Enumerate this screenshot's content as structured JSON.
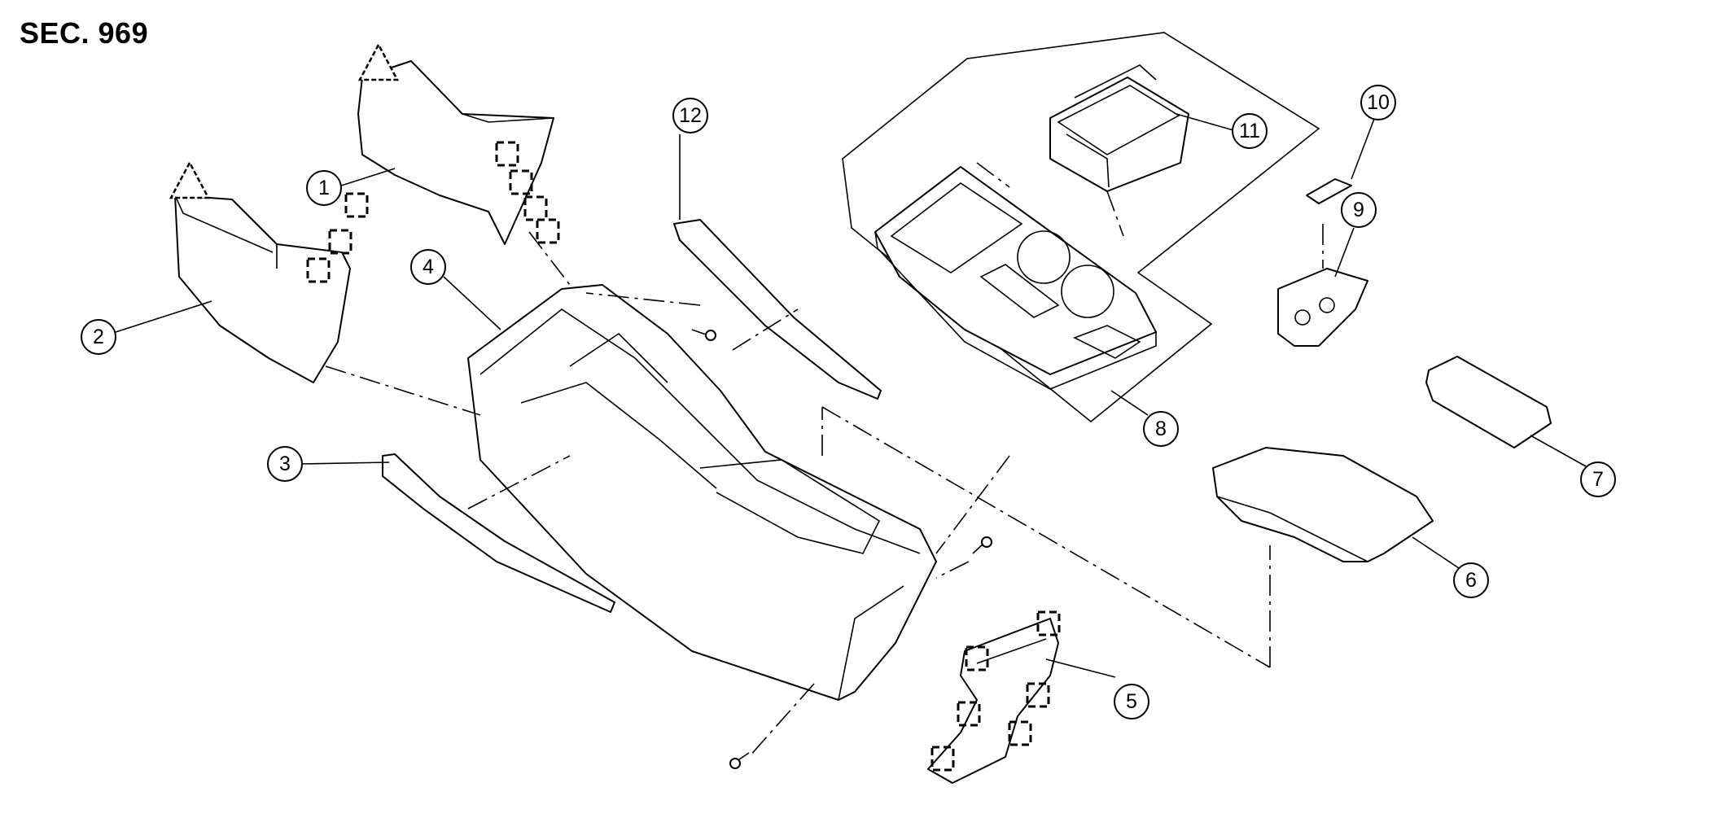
{
  "section": "SEC. 969",
  "callouts": [
    {
      "id": "c1",
      "label": "1"
    },
    {
      "id": "c2",
      "label": "2"
    },
    {
      "id": "c3",
      "label": "3"
    },
    {
      "id": "c4",
      "label": "4"
    },
    {
      "id": "c5",
      "label": "5"
    },
    {
      "id": "c6",
      "label": "6"
    },
    {
      "id": "c7",
      "label": "7"
    },
    {
      "id": "c8",
      "label": "8"
    },
    {
      "id": "c9",
      "label": "9"
    },
    {
      "id": "c10",
      "label": "10"
    },
    {
      "id": "c11",
      "label": "11"
    },
    {
      "id": "c12",
      "label": "12"
    }
  ],
  "icons": [
    "warning-triangle-icon",
    "clip-bracket-icon",
    "screw-icon"
  ]
}
